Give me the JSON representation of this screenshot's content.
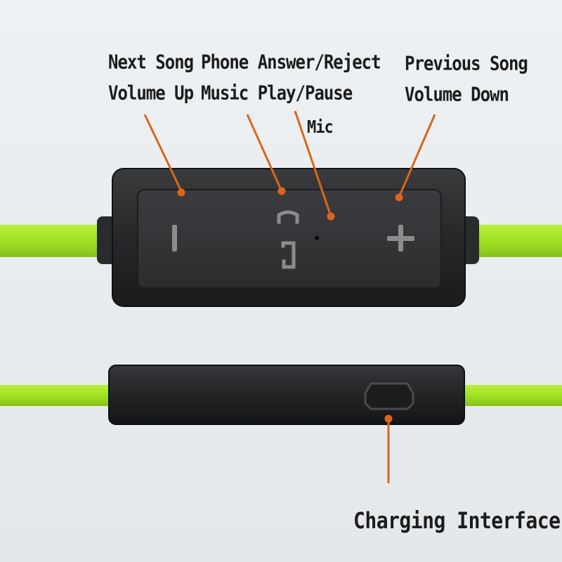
{
  "labels": {
    "next_song": "Next Song",
    "volume_up": "Volume Up",
    "phone_answer_reject": "Phone Answer/Reject",
    "music_play_pause": "Music Play/Pause",
    "mic": "Mic",
    "previous_song": "Previous Song",
    "volume_down": "Volume Down",
    "charging_interface": "Charging Interface"
  },
  "colors": {
    "cable": "#a6e62a",
    "cable_shadow": "#7fb81c",
    "body": "#2a2b2d",
    "body_edge": "#151617",
    "face": "#353638",
    "button_glyph": "#8a8c8e",
    "leader_line": "#d9661c"
  },
  "icons": {
    "minus_button": "minus-icon",
    "phone_button": "phone-icon",
    "plus_button": "plus-icon"
  }
}
